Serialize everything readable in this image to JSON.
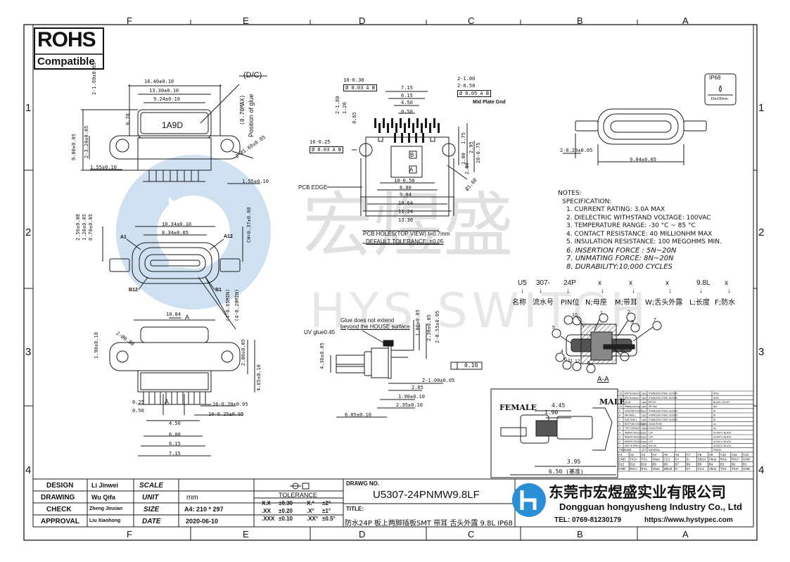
{
  "border": {
    "columns_top": [
      "F",
      "E",
      "D",
      "C",
      "B",
      "A"
    ],
    "columns_bottom": [
      "F",
      "E",
      "D",
      "C",
      "B",
      "A"
    ],
    "rows_left": [
      "1",
      "2",
      "3",
      "4"
    ],
    "rows_right": [
      "1",
      "2",
      "3",
      "4"
    ]
  },
  "rohs": {
    "title": "ROHS",
    "subtitle": "Compatible"
  },
  "watermark": {
    "brand_cn": "宏煜盛",
    "brand_en": "HYS SWITCH"
  },
  "views": {
    "top_left": {
      "dims": [
        "16.40±0.10",
        "13.30±0.10",
        "9.24±0.10",
        "2-1.60±0.05",
        "0.70",
        "9.80±0.05",
        "2-3.20±0.05",
        "1.55±0.10",
        "1.55±0.10",
        "2-Ø1.60±0.05",
        "(0.70MAX)",
        "Position of glue",
        "(D/C)"
      ],
      "marking": "1A9D"
    },
    "front_left": {
      "dims": [
        "10.34±0.10",
        "8.34±0.05",
        "2.56±0.08",
        "1.20±0.05",
        "0.70±0.05",
        "CH=0.37±0.08",
        "(4-0.65MIN)",
        "(4-0.20MIN)"
      ],
      "pins": [
        "A1",
        "A12",
        "B12",
        "B1"
      ]
    },
    "bottom_left": {
      "dims": [
        "10.84",
        "2-Ø0.80",
        "1.90±0.10",
        "2.80±0.05",
        "4.65±0.10",
        "0.25",
        "0.50",
        "16-0.20±0.05",
        "10-0.25±0.05",
        "4.50",
        "6.00",
        "6.15",
        "7.15"
      ],
      "section_mark": "A"
    },
    "pcb": {
      "dims": [
        "10-0.30",
        "Ø 0.03 A B",
        "7.15",
        "6.15",
        "4.50",
        "0.50",
        "2-1.00",
        "2-0.50",
        "Ø 0.05 A B",
        "2-1.80",
        "1.20",
        "0.65",
        "16-0.25",
        "Ø 0.03 A B",
        "1.75",
        "1.00",
        "2.80",
        "2.95",
        "26-0.75",
        "10-0.50",
        "6.00",
        "9.04",
        "10.64",
        "11.24",
        "13.30",
        "Ø1.60"
      ],
      "labels": [
        "PCB EDGE",
        "Mid Plate Gnd",
        "A",
        "B"
      ],
      "caption": "PCB HOLES(TOP VIEW) t=0.7mm",
      "tolerance": "DEFAULT TOLERANCE: ±0.05"
    },
    "side_mid": {
      "dims": [
        "UV glue0.45",
        "1.00±0.05",
        "2.30±0.05",
        "2-0.55±0.05",
        "4.36±0.05",
        "0.10",
        "2-1.00±0.05",
        "2.05",
        "1.90±0.10",
        "2.35±0.10",
        "6.05±0.10"
      ],
      "note": "Glue does not extend",
      "note2": "beyond the HOUSE surface"
    },
    "top_right": {
      "dims": [
        "2-0.20±0.05",
        "9.04±0.05"
      ],
      "ip": "IP68",
      "ip_sub": "10m/30min"
    }
  },
  "notes": {
    "heading": "NOTES:",
    "sub": "SPECIFICATION:",
    "items": [
      "1. CURRENT RATING: 3.0A MAX",
      "2. DIELECTRIC WITHSTAND VOLTAGE: 100VAC",
      "3. TEMPERATURE RANGE: -30 °C ~ 85 °C",
      "4. CONTACT RESISTANCE: 40 MILLIONHM MAX",
      "5. INSULATION RESISTANCE: 100 MEGOHMS MIN.",
      "6. INSERTION FORCE : 5N~20N",
      "7. UNMATING FORCE: 8N~20N",
      "8. DURABILITY:10,000 CYCLES"
    ]
  },
  "part_code": {
    "codes": [
      "U5",
      "307-",
      "24P",
      "x",
      "x",
      "x",
      "9.8L",
      "x"
    ],
    "meanings": [
      "名称",
      "流水号",
      "PIN位",
      "N;母座",
      "M;带耳",
      "W;舌头外露",
      "L;长度",
      "F;防水"
    ]
  },
  "section": {
    "label": "A-A",
    "callouts": [
      "1",
      "2",
      "3",
      "4",
      "5",
      "6",
      "7",
      "8",
      "9",
      "10",
      "11",
      "12"
    ]
  },
  "mating": {
    "female": "FEMALE",
    "male": "MALE",
    "dims": [
      "4.45",
      "1.90",
      "3.95",
      "6.50 (基准)"
    ]
  },
  "bom": {
    "rows": [
      [
        "13",
        "EMI Terminal-2",
        "1pcs",
        "STAINLESS STEEL SUS304",
        "Ni/Sn"
      ],
      [
        "12",
        "EMI Terminal-1",
        "1pcs",
        "STAINLESS STEEL SUS304",
        "Ni/Sn"
      ],
      [
        "11",
        "GLUE",
        "1pcs",
        "EPOXY",
        "BLACK COLOR"
      ],
      [
        "10",
        "Waterproof ring",
        "1pcs",
        "SR Glue",
        "N/A"
      ],
      [
        "9",
        "GROUND PLATE",
        "1pcs",
        "STAINLESS STEEL SUS304",
        "Ni"
      ],
      [
        "8",
        "MR SHELL",
        "1pcs",
        "STAINLESS STEEL SUS304",
        "Ni"
      ],
      [
        "7",
        "SUB SHELL",
        "1pcs",
        "STAINLESS STEEL SUS304",
        "Ni"
      ],
      [
        "6",
        "BOTTOM CONTACT",
        "12pcs",
        "C5240 PDH5",
        "Au"
      ],
      [
        "5",
        "TOP CONTACT",
        "12pcs",
        "C5240 PDH5",
        "Au"
      ],
      [
        "4",
        "INSERT MOLD 3",
        "1pcs",
        "LCP",
        "UL94V-0 / BLACK"
      ],
      [
        "3",
        "INSERT MOLD 2",
        "1pcs",
        "LCP",
        "UL94V-0 / BLACK"
      ],
      [
        "2",
        "INSERT MOLD 1",
        "1pcs",
        "LCP",
        "UL94V-0 / BLACK"
      ],
      [
        "1",
        "HSG IN SHELL",
        "1pcs",
        "NYLON",
        "UL94V-0 / BLACK"
      ]
    ],
    "header": [
      "ITEM",
      "NAME",
      "QTY",
      "MATERIAL",
      "FINISH"
    ],
    "pin_row1": [
      "A1",
      "A2",
      "A3",
      "A4",
      "A5",
      "A6",
      "A7",
      "A8",
      "A9",
      "A10",
      "A11",
      "A12"
    ],
    "pin_row2": [
      "GND",
      "TX1+",
      "TX1-",
      "Vbus",
      "CC1",
      "D+",
      "D-",
      "SBU1",
      "Vbus",
      "RX2-",
      "RX2+",
      "GND"
    ],
    "pin_row3": [
      "B12",
      "B11",
      "B10",
      "B9",
      "B8",
      "B7",
      "B6",
      "B5",
      "B4",
      "B3",
      "B2",
      "B1"
    ],
    "pin_row4": [
      "GND",
      "RX1+",
      "RX1-",
      "Vbus",
      "SBU2",
      "D-",
      "D+",
      "CC2",
      "Vbus",
      "TX2-",
      "TX2+",
      "GND"
    ]
  },
  "title_block": {
    "design_label": "DESIGN",
    "design_value": "Li Jinwei",
    "drawing_label": "DRAWING",
    "drawing_value": "Wu Qifa",
    "check_label": "CHECK",
    "check_value": "Zheng Jinxian",
    "approval_label": "APPROVAL",
    "approval_value": "Liu Xiaohong",
    "scale_label": "SCALE",
    "unit_label": "UNIT",
    "unit_value": "mm",
    "size_label": "SIZE",
    "size_value": "A4: 210 * 297",
    "date_label": "DATE",
    "date_value": "2020-06-10",
    "tolerance_label": "TOLERANCE",
    "tol": [
      [
        "X.X",
        "±0.30",
        "X.°",
        "±2°"
      ],
      [
        ".XX",
        "±0.20",
        ".X°",
        "±1°"
      ],
      [
        ".XXX",
        "±0.10",
        ".XX°",
        "±0.5°"
      ]
    ],
    "drawing_no_label": "DRAWG NO.",
    "drawing_no": "U5307-24PNMW9.8LF",
    "title_label": "TITLE:",
    "title": "防水24P 板上两脚插板SMT 带耳 舌头外露 9.8L IP68",
    "company_cn": "东莞市宏煜盛实业有限公司",
    "company_en": "Dongguan hongyusheng Industry Co., Ltd",
    "tel": "TEL: 0769-81230179",
    "web": "https://www.hystypec.com"
  },
  "colors": {
    "line": "#1a1a1a",
    "watermark": "#a9c9e6",
    "logo_blue": "#2a8fd6"
  }
}
